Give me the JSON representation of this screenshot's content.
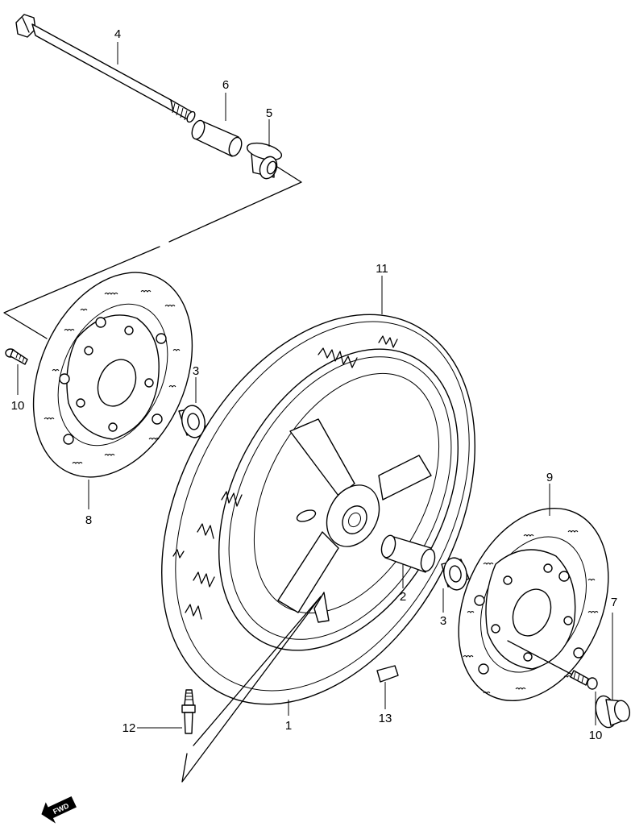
{
  "diagram": {
    "callouts": [
      {
        "id": "p1",
        "label": "1"
      },
      {
        "id": "p2",
        "label": "2"
      },
      {
        "id": "p3a",
        "label": "3"
      },
      {
        "id": "p3b",
        "label": "3"
      },
      {
        "id": "p4",
        "label": "4"
      },
      {
        "id": "p5",
        "label": "5"
      },
      {
        "id": "p6",
        "label": "6"
      },
      {
        "id": "p7",
        "label": "7"
      },
      {
        "id": "p8",
        "label": "8"
      },
      {
        "id": "p9",
        "label": "9"
      },
      {
        "id": "p10a",
        "label": "10"
      },
      {
        "id": "p10b",
        "label": "10"
      },
      {
        "id": "p11",
        "label": "11"
      },
      {
        "id": "p12",
        "label": "12"
      },
      {
        "id": "p13",
        "label": "13"
      }
    ],
    "fwd_badge": "FWD"
  }
}
